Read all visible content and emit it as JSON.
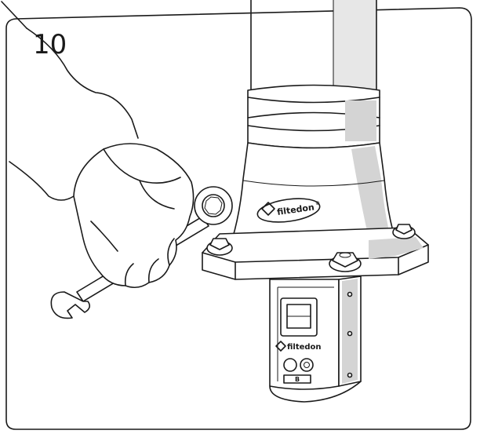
{
  "step": {
    "number": "10"
  },
  "brand": {
    "name": "filtedon",
    "mark": "®"
  },
  "panel": {
    "code": "B"
  }
}
